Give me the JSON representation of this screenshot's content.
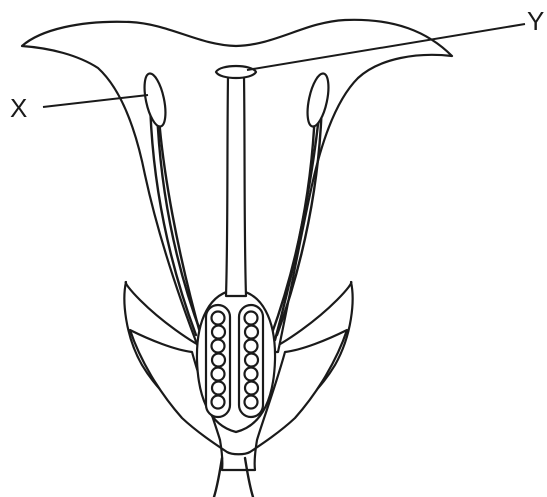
{
  "labels": {
    "x": "X",
    "y": "Y"
  },
  "ovule_count": {
    "left_column": 7,
    "right_column": 7
  }
}
